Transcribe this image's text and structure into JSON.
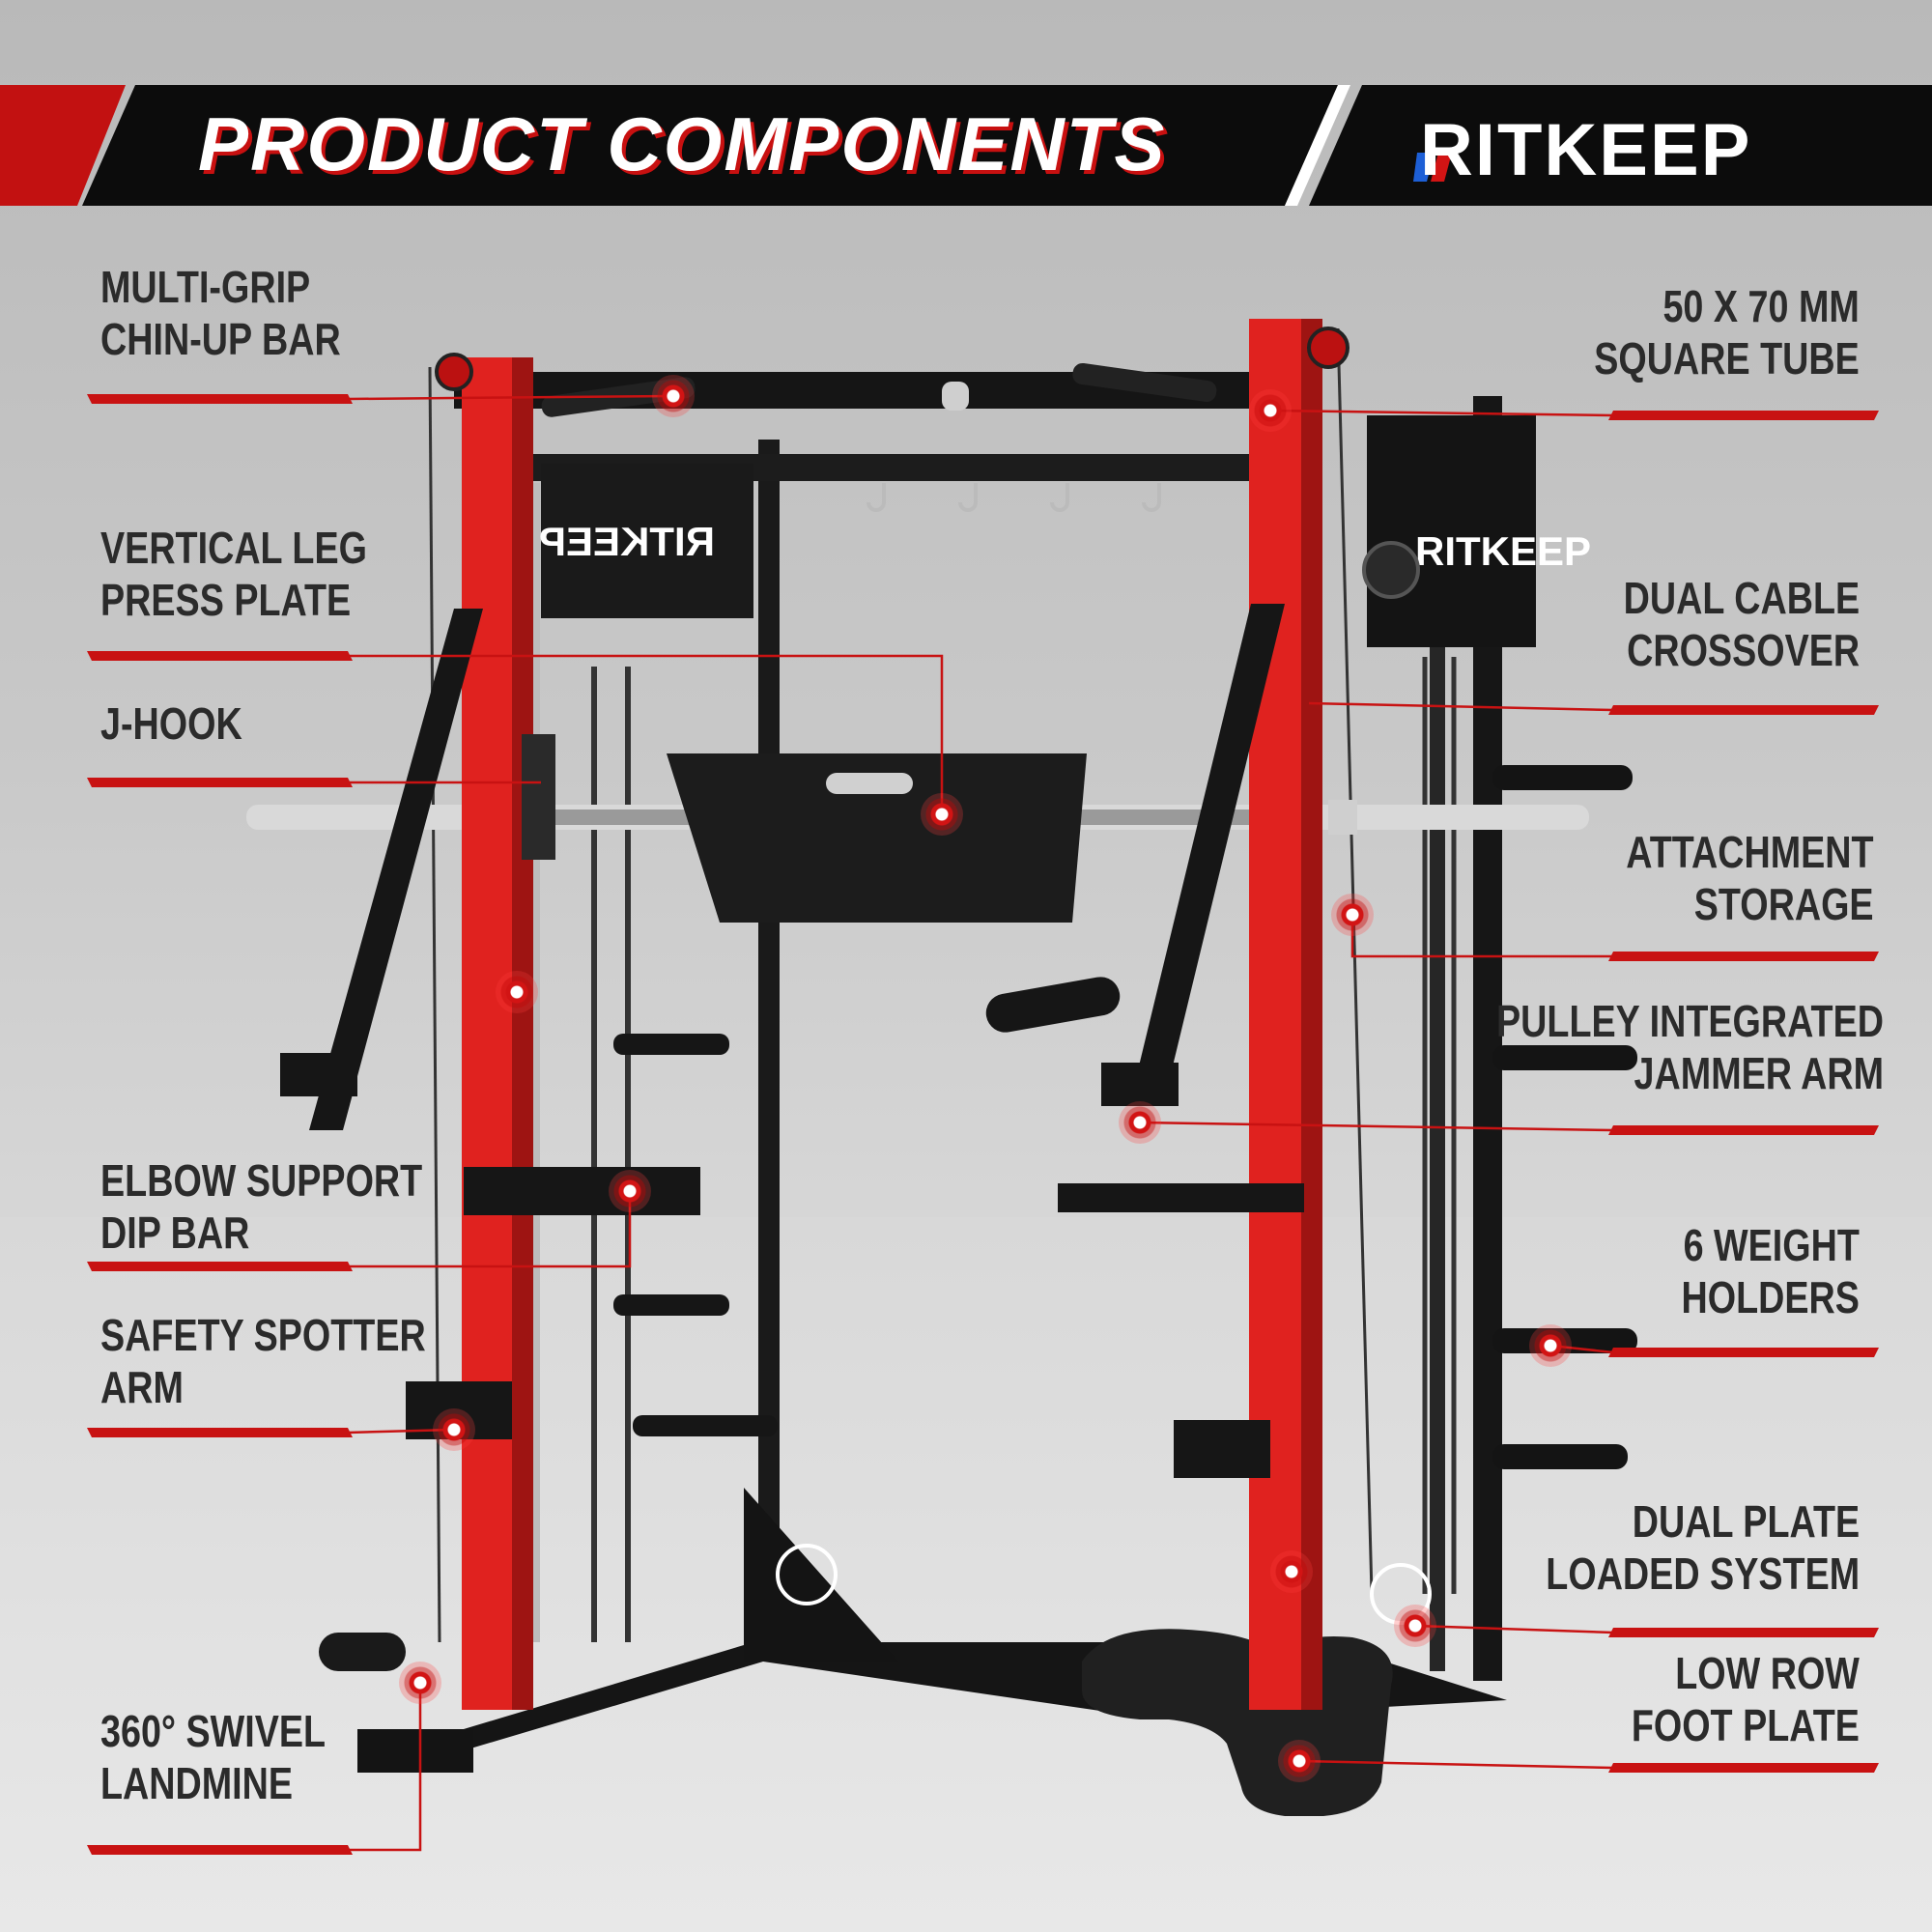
{
  "header": {
    "title": "PRODUCT COMPONENTS",
    "brand": "RITKEEP"
  },
  "frame_brand_marks": {
    "top_plate": "RITKEEP",
    "cable_plate": "RITKEEP"
  },
  "components_left": [
    {
      "line1": "MULTI-GRIP",
      "line2": "CHIN-UP BAR"
    },
    {
      "line1": "VERTICAL LEG",
      "line2": "PRESS PLATE"
    },
    {
      "line1": "J-HOOK",
      "line2": ""
    },
    {
      "line1": "ELBOW SUPPORT",
      "line2": "DIP BAR"
    },
    {
      "line1": "SAFETY SPOTTER",
      "line2": "ARM"
    },
    {
      "line1": "360°  SWIVEL",
      "line2": "LANDMINE"
    }
  ],
  "components_right": [
    {
      "line1": "50 X 70 MM",
      "line2": "SQUARE TUBE"
    },
    {
      "line1": "DUAL CABLE",
      "line2": "CROSSOVER"
    },
    {
      "line1": "ATTACHMENT",
      "line2": "STORAGE"
    },
    {
      "line1": "PULLEY INTEGRATED",
      "line2": "JAMMER ARM"
    },
    {
      "line1": "6 WEIGHT",
      "line2": "HOLDERS"
    },
    {
      "line1": "DUAL PLATE",
      "line2": "LOADED SYSTEM"
    },
    {
      "line1": "LOW ROW",
      "line2": "FOOT PLATE"
    }
  ],
  "colors": {
    "accent": "#d21414",
    "frame_black": "#161616",
    "frame_red": "#e0221f",
    "banner_black": "#0c0c0c",
    "text": "#2b2b2b"
  },
  "icons": [
    "brand-logo-icon",
    "hotspot-marker-icon",
    "r-logo-emblem-icon"
  ]
}
